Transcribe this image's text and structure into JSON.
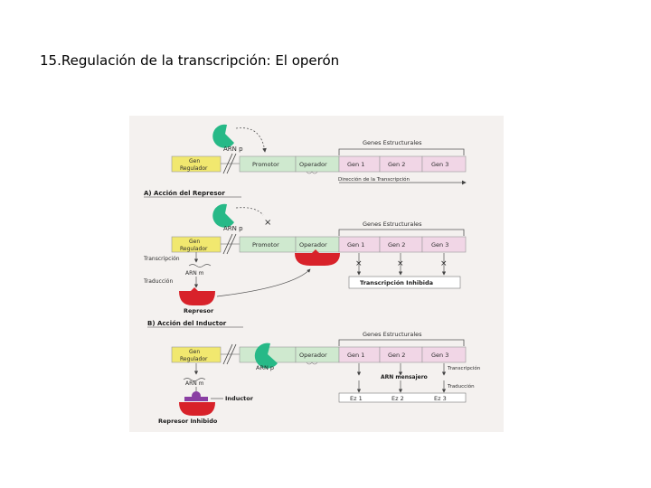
{
  "title": "15.Regulación de la transcripción: El operón",
  "panel_top": {
    "arn_p": "ARN p",
    "genes_header": "Genes Estructurales",
    "gen_regulador": [
      "Gen",
      "Regulador"
    ],
    "promotor": "Promotor",
    "operador": "Operador",
    "genes": [
      "Gen 1",
      "Gen 2",
      "Gen 3"
    ],
    "direccion": "Dirección de la Transcripción"
  },
  "panel_a": {
    "heading": "A) Acción del Represor",
    "arn_p": "ARN p",
    "blocked_mark": "×",
    "genes_header": "Genes Estructurales",
    "gen_regulador": [
      "Gen",
      "Regulador"
    ],
    "promotor": "Promotor",
    "operador": "Operador",
    "genes": [
      "Gen 1",
      "Gen 2",
      "Gen 3"
    ],
    "transcripcion": "Transcripción",
    "arn_m": "ARN m",
    "traduccion": "Traducción",
    "represor": "Represor",
    "inhibida": "Transcripción Inhibida"
  },
  "panel_b": {
    "heading": "B) Acción del Inductor",
    "genes_header": "Genes Estructurales",
    "gen_regulador": [
      "Gen",
      "Regulador"
    ],
    "operador": "Operador",
    "genes": [
      "Gen 1",
      "Gen 2",
      "Gen 3"
    ],
    "arn_p": "ARN p",
    "transcripcion": "Transcripción",
    "arn_mensajero": "ARN mensajero",
    "traduccion": "Traducción",
    "arn_m": "ARN m",
    "inductor": "Inductor",
    "represor_inhibido": "Represor Inhibido",
    "enzymes": [
      "Ez 1",
      "Ez 2",
      "Ez 3"
    ]
  },
  "colors": {
    "regulator": "#f1e86f",
    "promoter": "#cfe9cf",
    "operator": "#cfe9cf",
    "genes": "#f1d6e6",
    "polymerase": "#27b987",
    "repressor": "#d8222a",
    "inductor": "#8a3fa3"
  }
}
